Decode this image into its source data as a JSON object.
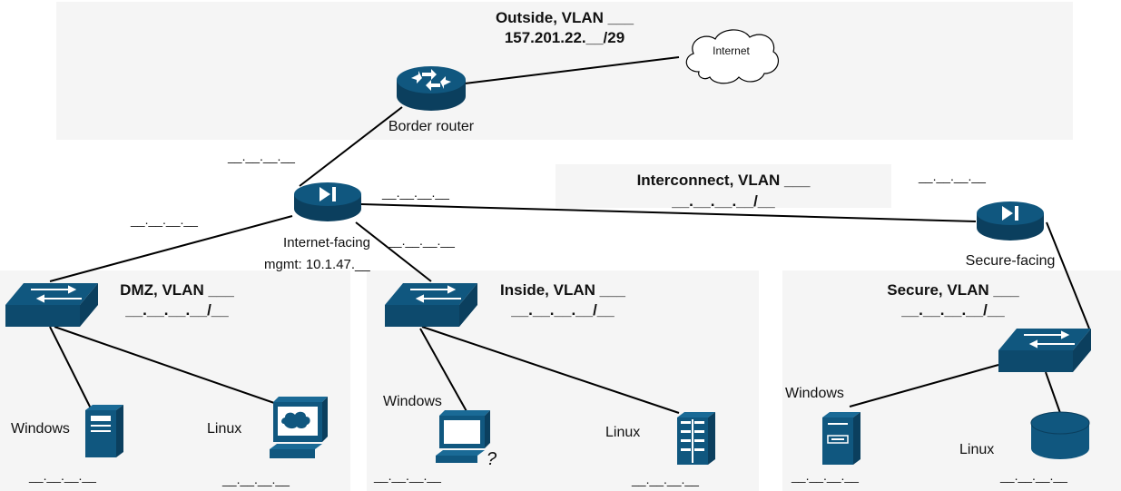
{
  "zones": {
    "outside": {
      "title": "Outside, VLAN ___",
      "subnet": "157.201.22.__/29"
    },
    "interconnect": {
      "title": "Interconnect, VLAN ___",
      "subnet": "__.__.__.__/__"
    },
    "dmz": {
      "title": "DMZ, VLAN ___",
      "subnet": "__.__.__.__/__"
    },
    "inside": {
      "title": "Inside, VLAN ___",
      "subnet": "__.__.__.__/__"
    },
    "secure": {
      "title": "Secure, VLAN ___",
      "subnet": "__.__.__.__/__"
    }
  },
  "devices": {
    "cloud_label": "Internet",
    "border_router_label": "Border router",
    "internet_facing_label": "Internet-facing",
    "internet_facing_mgmt": "mgmt: 10.1.47.__",
    "secure_facing_label": "Secure-facing",
    "dmz_windows_label": "Windows",
    "dmz_linux_label": "Linux",
    "inside_windows_label": "Windows",
    "inside_linux_label": "Linux",
    "secure_windows_label": "Windows",
    "secure_linux_label": "Linux"
  },
  "ips": {
    "fw_outside": "__.__.__.__",
    "fw_interconnect": "__.__.__.__",
    "fw_dmz": "__.__.__.__",
    "fw_inside": "__.__.__.__",
    "secure_fw_interconnect": "__.__.__.__",
    "dmz_windows": "__.__.__.__",
    "dmz_linux": "__.__.__.__",
    "inside_windows": "__.__.__.__",
    "inside_linux": "__.__.__.__",
    "secure_windows": "__.__.__.__",
    "secure_linux": "__.__.__.__"
  },
  "colors": {
    "device": "#10577f",
    "device_dark": "#0b3f5e",
    "zone_bg": "#f5f5f5",
    "line": "#000000"
  }
}
